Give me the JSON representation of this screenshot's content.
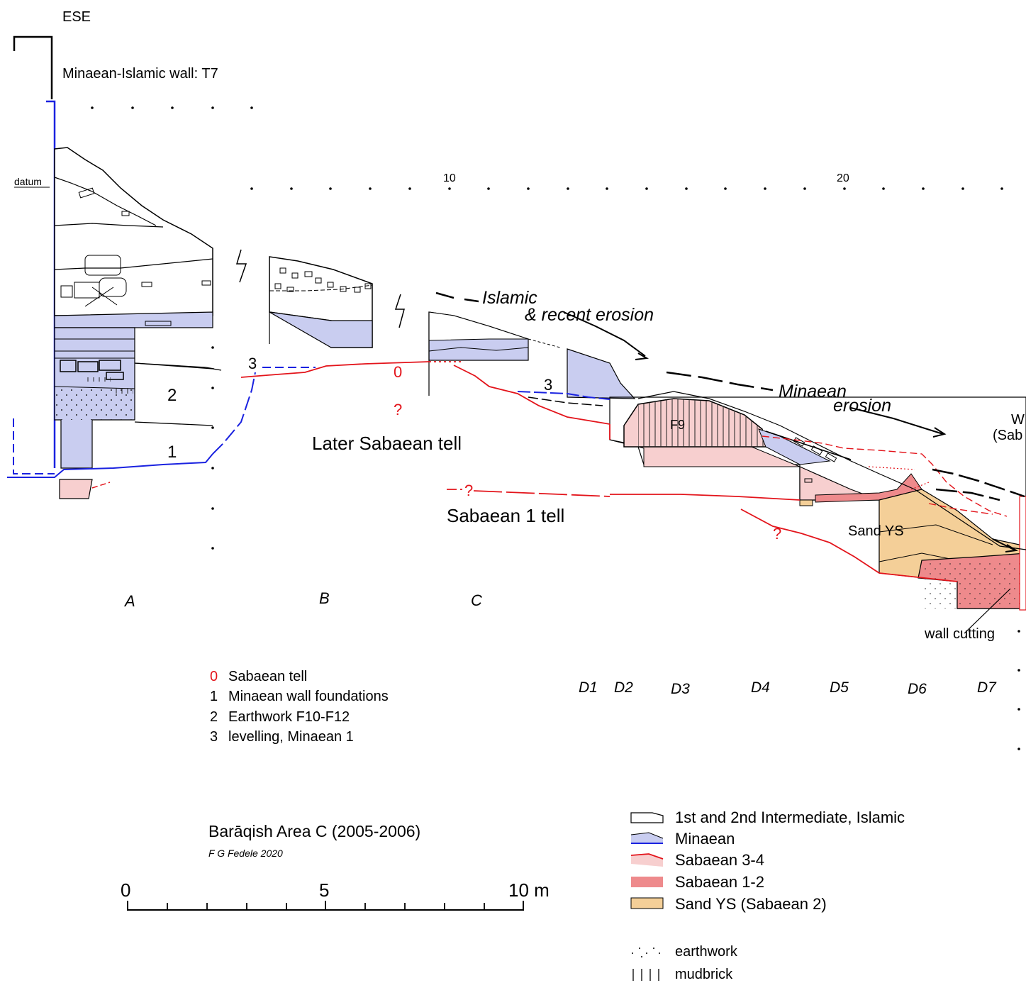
{
  "orientation": "ESE",
  "wall_label": "Minaean-Islamic wall: T7",
  "datum_label": "datum",
  "scale_marks": [
    "10",
    "20"
  ],
  "trench_labels": [
    "A",
    "B",
    "C"
  ],
  "d_labels": [
    "D1",
    "D2",
    "D3",
    "D4",
    "D5",
    "D6",
    "D7"
  ],
  "annotations": {
    "islamic_1": "Islamic",
    "islamic_2": "& recent erosion",
    "minaean_1": "Minaean",
    "minaean_2": "erosion",
    "later_sabaean": "Later Sabaean tell",
    "sabaean1": "Sabaean 1 tell",
    "f9": "F9",
    "sand_ys": "Sand YS",
    "wall_cutting": "wall cutting",
    "edge_1": "W",
    "edge_2": "(Sab",
    "layer_0": "0",
    "layer_1": "1",
    "layer_2": "2",
    "layer_3a": "3",
    "layer_3b": "3",
    "question": "?"
  },
  "key": [
    {
      "num": "0",
      "label": "Sabaean tell",
      "color": "#e3141b"
    },
    {
      "num": "1",
      "label": "Minaean wall foundations",
      "color": "#000000"
    },
    {
      "num": "2",
      "label": "Earthwork F10-F12",
      "color": "#000000"
    },
    {
      "num": "3",
      "label": "levelling, Minaean 1",
      "color": "#000000"
    }
  ],
  "title": "Barāqish Area C (2005-2006)",
  "author": "F G Fedele 2020",
  "scale_bar": {
    "start": "0",
    "mid": "5",
    "end": "10 m"
  },
  "legend": [
    {
      "label": "1st and 2nd Intermediate, Islamic",
      "fill": "#ffffff",
      "stroke": "#000000"
    },
    {
      "label": "Minaean",
      "fill": "#c9cdf0",
      "stroke": "#1a22e0"
    },
    {
      "label": "Sabaean 3-4",
      "fill": "#f7cfcf",
      "stroke": "#e3141b"
    },
    {
      "label": "Sabaean 1-2",
      "fill": "#ee8a8c",
      "stroke": "#ee8a8c"
    },
    {
      "label": "Sand YS (Sabaean 2)",
      "fill": "#f4cf98",
      "stroke": "#000000"
    }
  ],
  "symbols": [
    {
      "icon": "earthwork-dots-icon",
      "label": "earthwork"
    },
    {
      "icon": "mudbrick-lines-icon",
      "label": "mudbrick"
    }
  ],
  "colors": {
    "minaean_line": "#1a22e0",
    "sabaean_line": "#e3141b",
    "minaean_fill": "#c9cdf0",
    "sabaean34_fill": "#f7cfcf",
    "sabaean12_fill": "#ee8a8c",
    "sand_fill": "#f4cf98"
  }
}
